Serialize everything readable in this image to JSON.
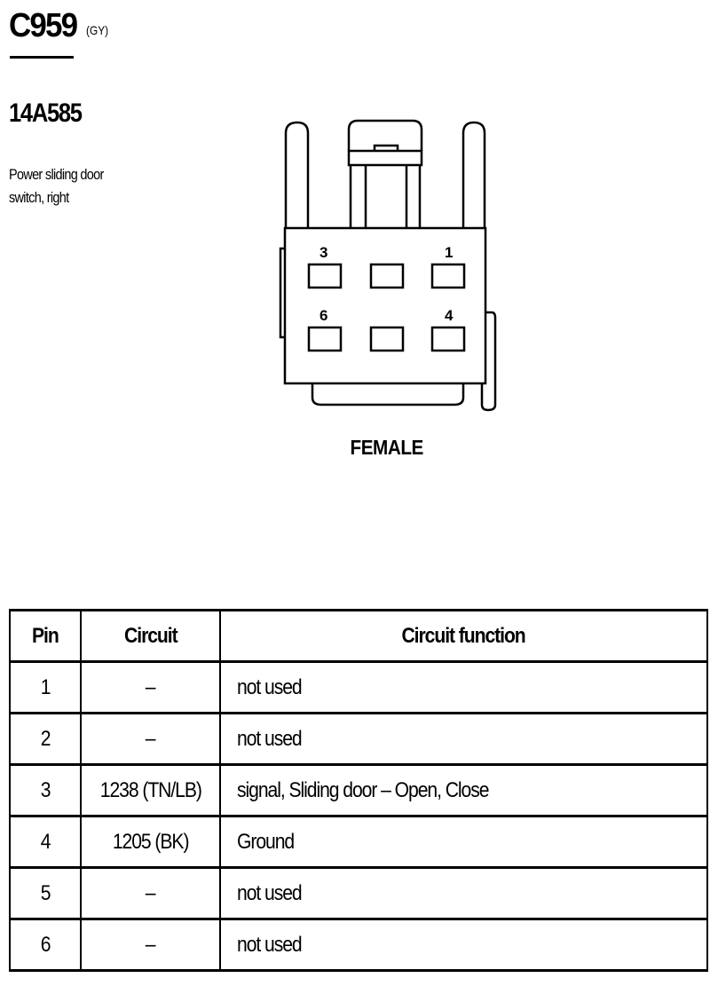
{
  "header": {
    "connector_id": "C959",
    "connector_color": "(GY)",
    "part_number": "14A585",
    "description": "Power sliding door switch, right"
  },
  "diagram": {
    "gender_label": "FEMALE",
    "pin_labels": [
      "3",
      "1",
      "6",
      "4"
    ]
  },
  "table": {
    "headers": {
      "pin": "Pin",
      "circuit": "Circuit",
      "function": "Circuit function"
    },
    "rows": [
      {
        "pin": "1",
        "circuit": "–",
        "function": "not used"
      },
      {
        "pin": "2",
        "circuit": "–",
        "function": "not used"
      },
      {
        "pin": "3",
        "circuit": "1238 (TN/LB)",
        "function": "signal, Sliding door – Open, Close"
      },
      {
        "pin": "4",
        "circuit": "1205 (BK)",
        "function": "Ground"
      },
      {
        "pin": "5",
        "circuit": "–",
        "function": "not used"
      },
      {
        "pin": "6",
        "circuit": "–",
        "function": "not used"
      }
    ]
  }
}
